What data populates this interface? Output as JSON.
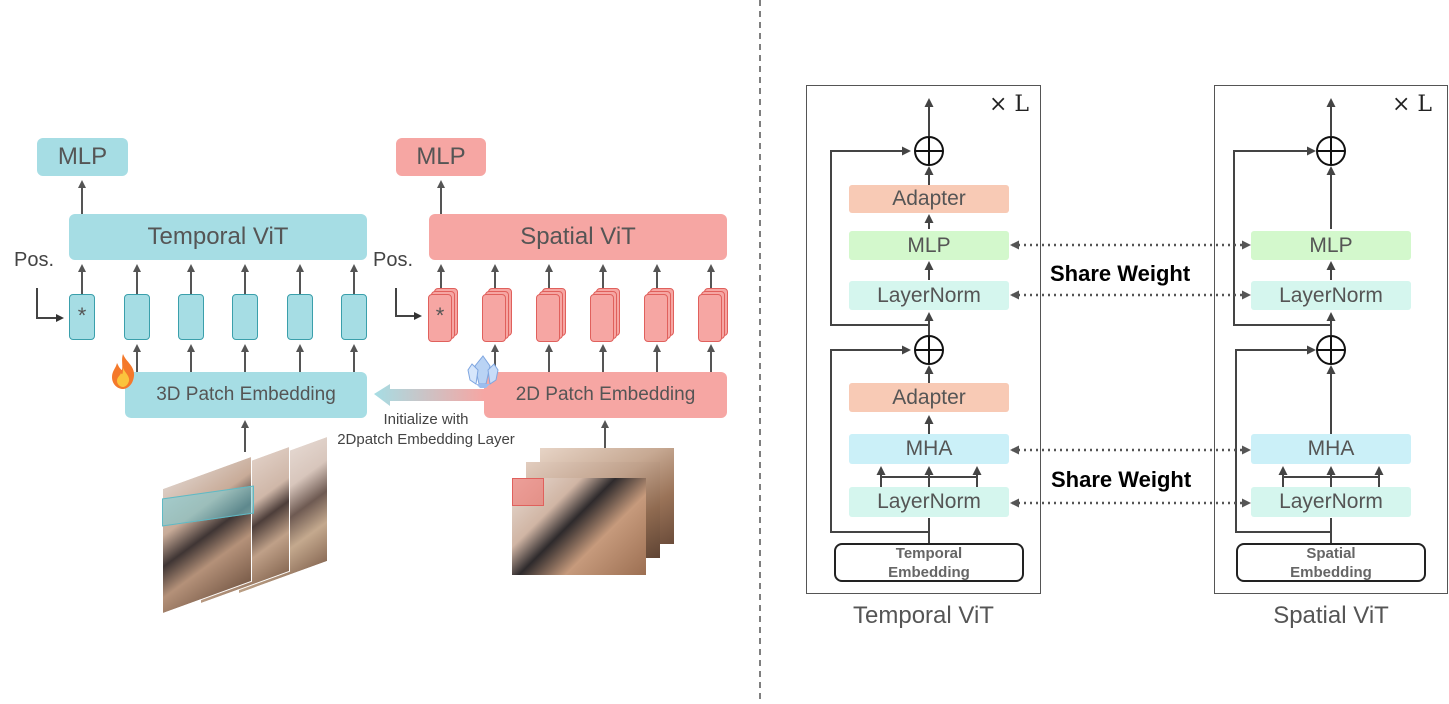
{
  "left": {
    "temporal": {
      "mlp_label": "MLP",
      "vit_label": "Temporal ViT",
      "pos_label": "Pos.",
      "cls_symbol": "*",
      "patch_label": "3D Patch Embedding",
      "color": "#a6dde4"
    },
    "spatial": {
      "mlp_label": "MLP",
      "vit_label": "Spatial ViT",
      "pos_label": "Pos.",
      "cls_symbol": "*",
      "patch_label": "2D Patch Embedding",
      "color": "#f6a6a3"
    },
    "init_note": [
      "Initialize with",
      "2Dpatch Embedding Layer"
    ],
    "trainable_icon": "fire-icon",
    "frozen_icon": "snowflake-icon"
  },
  "right": {
    "temporal": {
      "repeat": "× L",
      "adapter_top": "Adapter",
      "mlp": "MLP",
      "layernorm_top": "LayerNorm",
      "adapter_bottom": "Adapter",
      "mha": "MHA",
      "layernorm_bottom": "LayerNorm",
      "embedding": [
        "Temporal",
        "Embedding"
      ],
      "caption": "Temporal ViT"
    },
    "spatial": {
      "repeat": "× L",
      "mlp": "MLP",
      "layernorm_top": "LayerNorm",
      "mha": "MHA",
      "layernorm_bottom": "LayerNorm",
      "embedding": [
        "Spatial",
        "Embedding"
      ],
      "caption": "Spatial ViT"
    },
    "share_top": "Share Weight",
    "share_bottom": "Share Weight",
    "colors": {
      "adapter": "#f8cab5",
      "mlp": "#d3f8cc",
      "layernorm": "#d5f6ee",
      "mha": "#cbf0f8"
    }
  }
}
